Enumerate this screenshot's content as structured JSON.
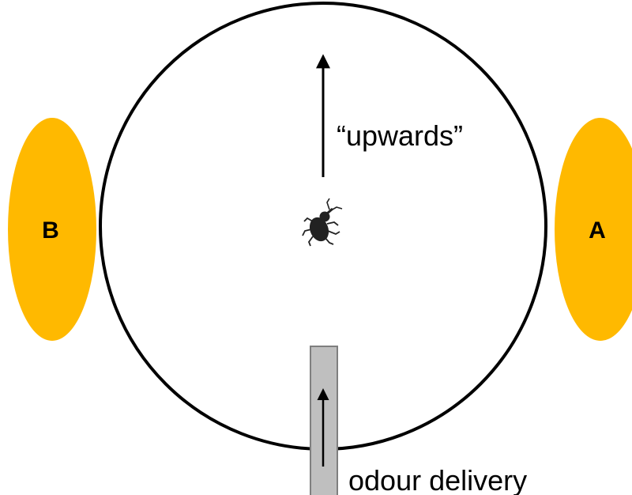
{
  "colors": {
    "odour_source": "#FFB900",
    "outline": "#000000",
    "tube_fill": "#BFBFBF",
    "tube_stroke": "#7F7F7F",
    "insect": "#222222",
    "background": "#FFFFFF"
  },
  "labels": {
    "source_left": "B",
    "source_right": "A",
    "direction": "“upwards”",
    "tube": "odour delivery"
  },
  "icons": {
    "insect": "weevil-icon"
  }
}
